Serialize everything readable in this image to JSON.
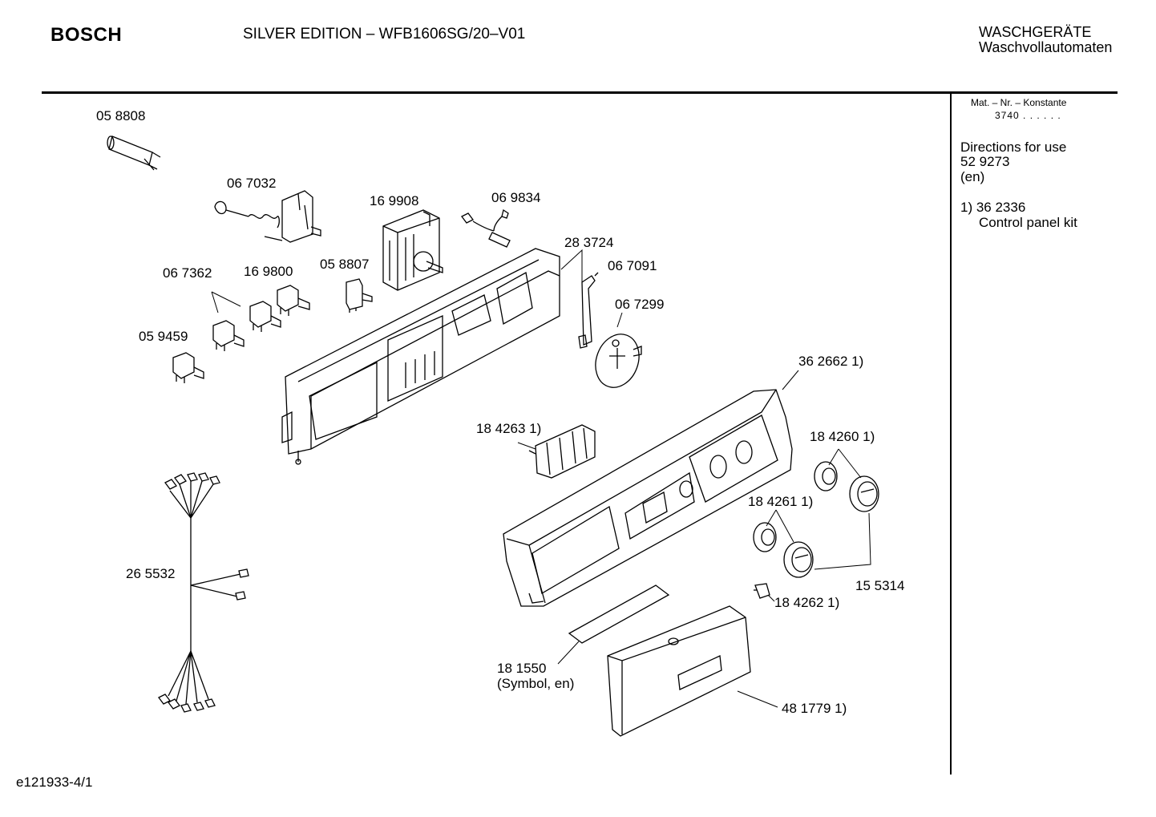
{
  "header": {
    "brand": "BOSCH",
    "model": "SILVER EDITION – WFB1606SG/20–V01",
    "category_de": "WASCHGERÄTE",
    "category_sub": "Waschvollautomaten"
  },
  "sidebar": {
    "mat_label": "Mat. – Nr. – Konstante",
    "mat_value": "3740 . .   . . . .",
    "directions_title": "Directions for use",
    "directions_number": "52 9273",
    "directions_lang": "(en)",
    "note_marker": "1) 36 2336",
    "note_text": "Control panel kit"
  },
  "parts": {
    "p058808": "05 8808",
    "p067032": "06 7032",
    "p169908": "16 9908",
    "p069834": "06 9834",
    "p283724": "28 3724",
    "p067091": "06 7091",
    "p067299": "06 7299",
    "p067362": "06 7362",
    "p169800": "16 9800",
    "p058807": "05 8807",
    "p059459": "05 9459",
    "p362662": "36 2662 1)",
    "p184263": "18 4263 1)",
    "p184260": "18 4260 1)",
    "p184261": "18 4261 1)",
    "p155314": "15 5314",
    "p184262": "18 4262 1)",
    "p265532": "26 5532",
    "p181550": "18 1550",
    "p181550_note": "(Symbol, en)",
    "p481779": "48 1779 1)"
  },
  "footer": {
    "drawing_id": "e121933-4/1"
  }
}
